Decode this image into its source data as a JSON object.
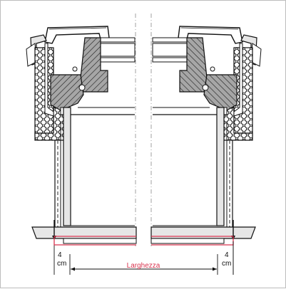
{
  "labels": {
    "left_dim_value": "4",
    "left_dim_unit": "cm",
    "right_dim_value": "4",
    "right_dim_unit": "cm",
    "width_label": "Larghezza"
  },
  "colors": {
    "line": "#111111",
    "hatch_fill": "#9a9a9a",
    "light_fill": "#e6e6e6",
    "insulation_fill": "#f2f2f2",
    "accent_red": "#d9344f",
    "center_line": "#8a8a8a"
  }
}
